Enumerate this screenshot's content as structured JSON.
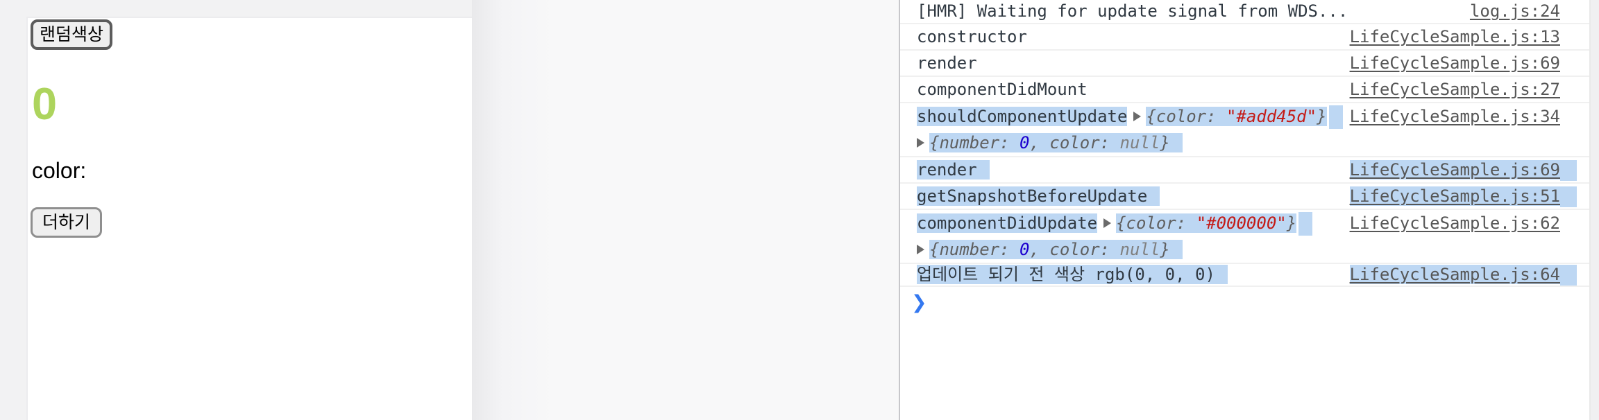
{
  "app": {
    "random_color_button_label": "랜덤색상",
    "counter_value": "0",
    "counter_color": "#add45d",
    "color_label": "color:",
    "add_button_label": "더하기"
  },
  "console": {
    "highlight_color": "#bdd7f3",
    "prompt_chevron": "❯",
    "colors": {
      "text": "#303942",
      "link": "#565656",
      "string_value": "#c41a16",
      "number_value": "#1c00cf",
      "null_value": "#808080"
    },
    "rows": [
      {
        "message": "[HMR] Waiting for update signal from WDS...",
        "source": "log.js:24"
      },
      {
        "message": "constructor",
        "source": "LifeCycleSample.js:13"
      },
      {
        "message": "render",
        "source": "LifeCycleSample.js:69"
      },
      {
        "message": "componentDidMount",
        "source": "LifeCycleSample.js:27"
      },
      {
        "method": "shouldComponentUpdate",
        "source": "LifeCycleSample.js:34",
        "next_props_preview": {
          "prefix": "{color: ",
          "string_value": "\"#add45d\"",
          "suffix": "}"
        },
        "next_state_preview": {
          "prefix": "{number: ",
          "number_value": "0",
          "mid": ", color: ",
          "null_value": "null",
          "suffix": "}"
        }
      },
      {
        "message": "render",
        "source": "LifeCycleSample.js:69"
      },
      {
        "message": "getSnapshotBeforeUpdate",
        "source": "LifeCycleSample.js:51"
      },
      {
        "method": "componentDidUpdate",
        "source": "LifeCycleSample.js:62",
        "prev_props_preview": {
          "prefix": "{color: ",
          "string_value": "\"#000000\"",
          "suffix": "}"
        },
        "prev_state_preview": {
          "prefix": "{number: ",
          "number_value": "0",
          "mid": ", color: ",
          "null_value": "null",
          "suffix": "}"
        }
      },
      {
        "message": "업데이트 되기 전 색상 rgb(0, 0, 0)",
        "source": "LifeCycleSample.js:64"
      }
    ]
  }
}
